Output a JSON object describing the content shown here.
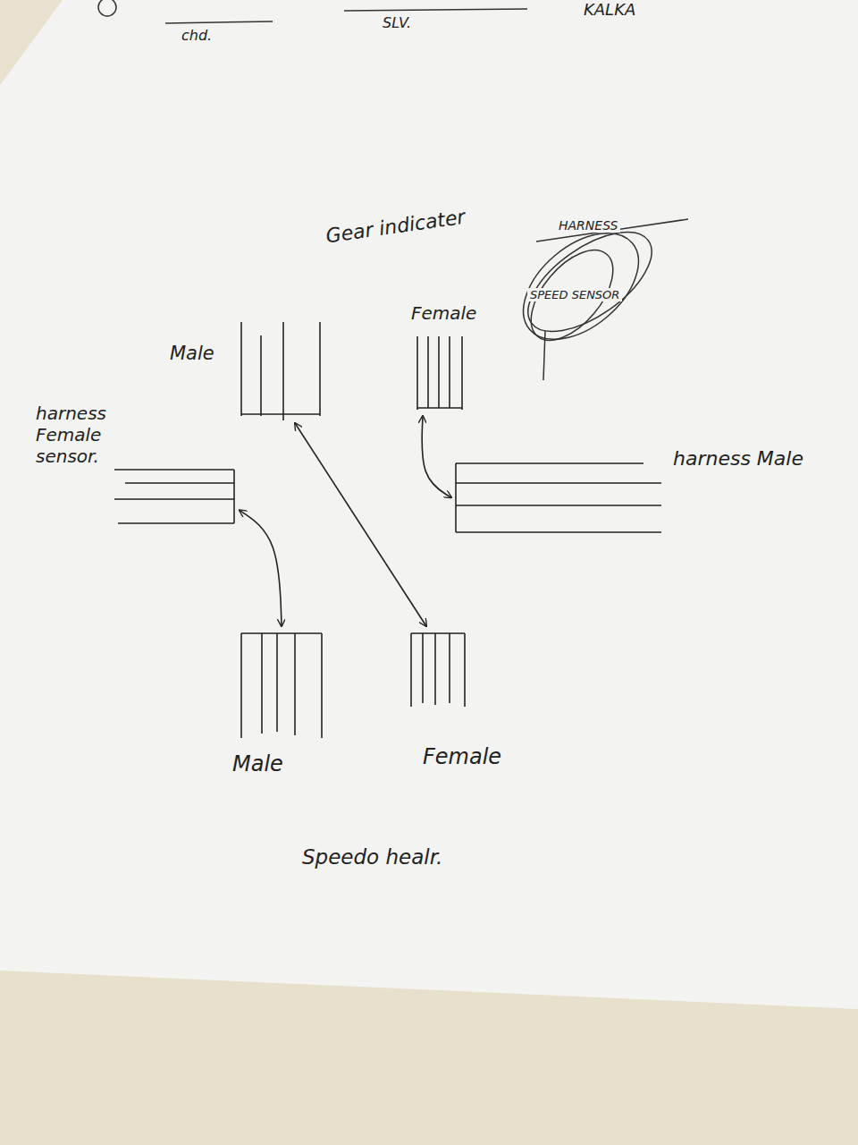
{
  "diagram": {
    "nodes": [
      {
        "text": [
          "Male"
        ]
      },
      {
        "text": [
          "Female"
        ]
      },
      {
        "text": [
          "harness Female sensor."
        ]
      },
      {
        "text": [
          "harness Male"
        ]
      },
      {
        "text": [
          "Male"
        ]
      },
      {
        "text": [
          "Female"
        ]
      }
    ],
    "edges": [
      {
        "from": 0,
        "to": 5,
        "arrow": "both"
      },
      {
        "from": 1,
        "to": 3,
        "arrow": "both"
      },
      {
        "from": 2,
        "to": 4,
        "arrow": "both"
      }
    ],
    "labels": [
      "chd.",
      "SLV.",
      "KALKA",
      "Gear indicater",
      "HARNESS",
      "SPEED SENSOR",
      "Speedo healr."
    ]
  }
}
